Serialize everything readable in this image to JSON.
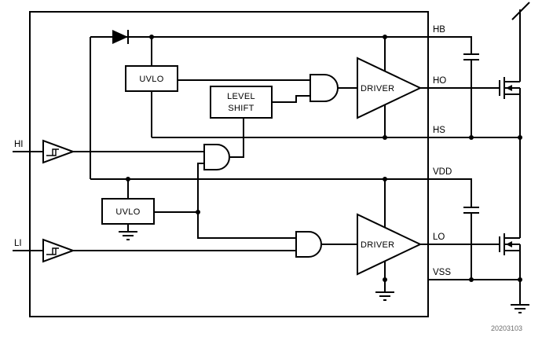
{
  "diagram": {
    "type": "functional-block-diagram",
    "watermark": "20203103",
    "left_pins": [
      {
        "label": "HI"
      },
      {
        "label": "LI"
      }
    ],
    "right_pins": [
      {
        "label": "HB"
      },
      {
        "label": "HO"
      },
      {
        "label": "HS"
      },
      {
        "label": "VDD"
      },
      {
        "label": "LO"
      },
      {
        "label": "VSS"
      }
    ],
    "blocks": {
      "uvlo_top": "UVLO",
      "uvlo_bottom": "UVLO",
      "level_shift": {
        "line1": "LEVEL",
        "line2": "SHIFT"
      },
      "driver_top": "DRIVER",
      "driver_bottom": "DRIVER"
    },
    "components": [
      "bootstrap-diode",
      "uvlo-top",
      "level-shift",
      "and-gate-top",
      "driver-top",
      "schmitt-buffer-hi",
      "and-gate-middle",
      "uvlo-bottom",
      "schmitt-buffer-li",
      "and-gate-bottom",
      "driver-bottom",
      "bootstrap-capacitor",
      "vdd-bypass-capacitor",
      "high-side-mosfet",
      "low-side-mosfet",
      "ground-symbols",
      "supply-slash"
    ],
    "colors": {
      "line": "#000000",
      "background": "#ffffff",
      "watermark": "#6b6b6b"
    }
  }
}
